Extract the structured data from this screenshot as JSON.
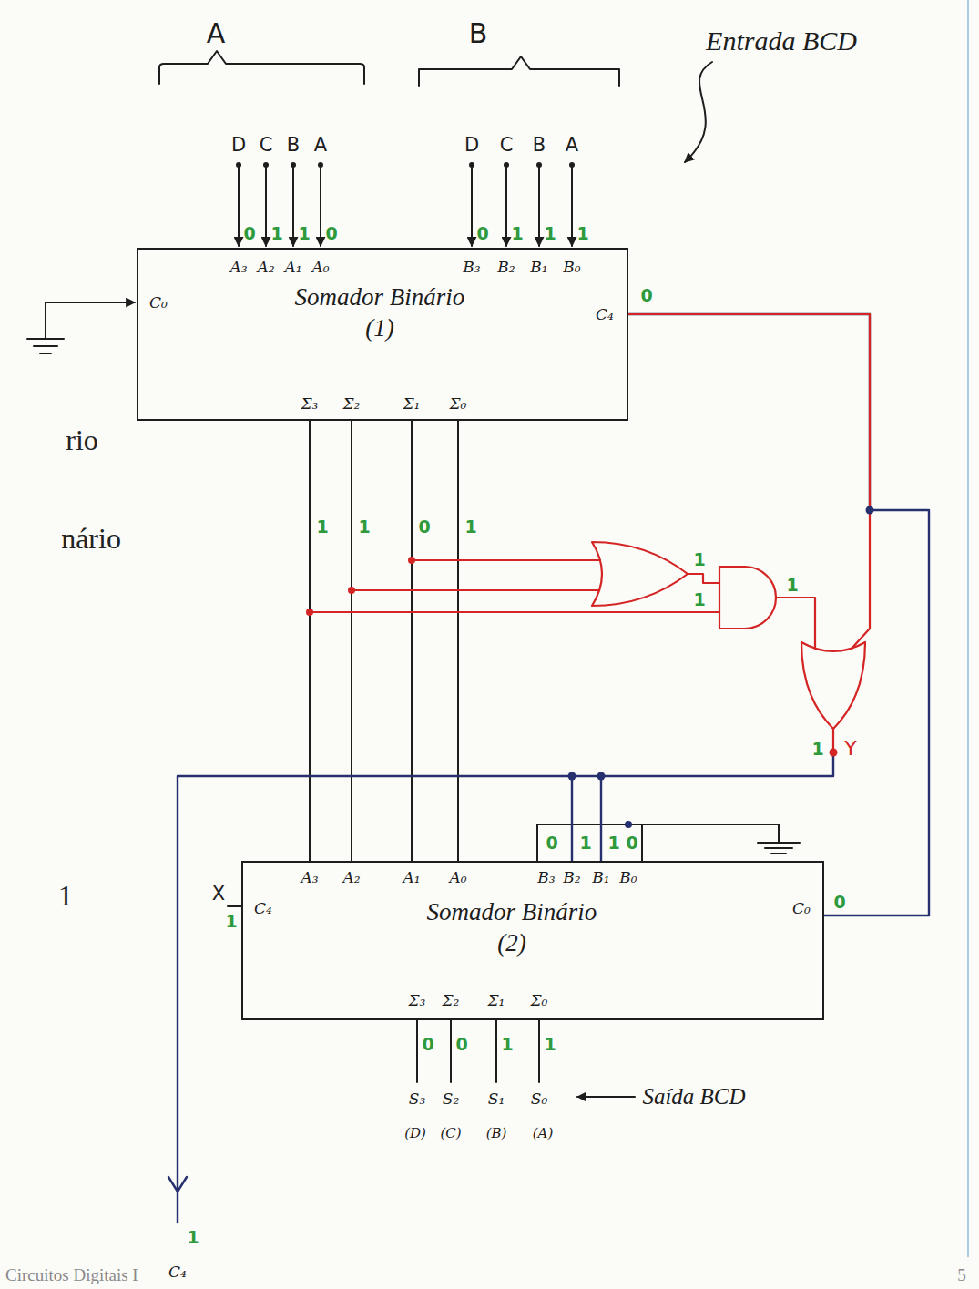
{
  "diagram": {
    "nodes": [
      {
        "text": [
          "Somador Binário (1)"
        ]
      },
      {
        "text": [
          "Somador Binário (2)"
        ]
      }
    ],
    "edges": [
      {
        "from": 0,
        "to": 1,
        "arrow": "none",
        "label": "1"
      },
      {
        "from": 0,
        "to": 1,
        "arrow": "none",
        "label": "1"
      },
      {
        "from": 0,
        "to": 1,
        "arrow": "none",
        "label": "0"
      },
      {
        "from": 0,
        "to": 1,
        "arrow": "none",
        "label": "1"
      },
      {
        "from": 0,
        "to": 1,
        "arrow": "none"
      }
    ],
    "labels": [
      "A",
      "B",
      "Entrada BCD",
      "D",
      "C",
      "B",
      "A",
      "D",
      "C",
      "B",
      "A",
      "0",
      "1",
      "1",
      "0",
      "0",
      "1",
      "1",
      "1",
      "A₃",
      "A₂",
      "A₁",
      "A₀",
      "B₃",
      "B₂",
      "B₁",
      "B₀",
      "C₀",
      "C₄",
      "0",
      "Σ₃",
      "Σ₂",
      "Σ₁",
      "Σ₀",
      "1",
      "1",
      "1",
      "1",
      "Y",
      "0",
      "1",
      "1",
      "0",
      "A₃",
      "A₂",
      "A₁",
      "A₀",
      "B₃",
      "B₂",
      "B₁",
      "B₀",
      "X",
      "1",
      "C₄",
      "C₀",
      "0",
      "Σ₃",
      "Σ₂",
      "Σ₁",
      "Σ₀",
      "0",
      "0",
      "1",
      "1",
      "S₃",
      "S₂",
      "S₁",
      "S₀",
      "(D)",
      "(C)",
      "(B)",
      "(A)",
      "Saída BCD",
      "1",
      "C₄",
      "rio",
      "nário",
      "1",
      "Circuitos Digitais I",
      "5"
    ]
  }
}
